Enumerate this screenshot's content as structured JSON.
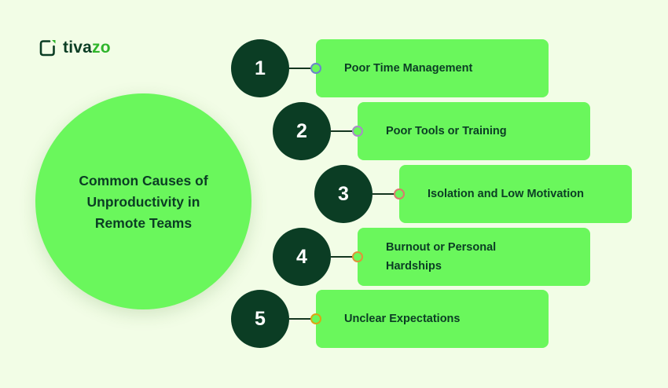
{
  "brand": {
    "name_prefix": "tiva",
    "name_suffix": "zo",
    "icon": "tivazo-logo-icon",
    "colors": {
      "dark": "#0b3d24",
      "accent": "#2fb52b"
    }
  },
  "hub": {
    "title": "Common Causes of Unproductivity in Remote Teams",
    "color": "#6af75c"
  },
  "causes": [
    {
      "number": "1",
      "label": "Poor Time Management",
      "ring_color": "#6b86c9"
    },
    {
      "number": "2",
      "label": "Poor Tools or Training",
      "ring_color": "#a88bc8"
    },
    {
      "number": "3",
      "label": "Isolation and Low Motivation",
      "ring_color": "#d97a6e"
    },
    {
      "number": "4",
      "label": "Burnout or Personal Hardships",
      "ring_color": "#e0913a"
    },
    {
      "number": "5",
      "label": "Unclear Expectations",
      "ring_color": "#d9a514"
    }
  ],
  "colors": {
    "background": "#f2fde6",
    "number_circle": "#0b3d24",
    "box": "#6af75c",
    "text": "#0b3d24"
  }
}
